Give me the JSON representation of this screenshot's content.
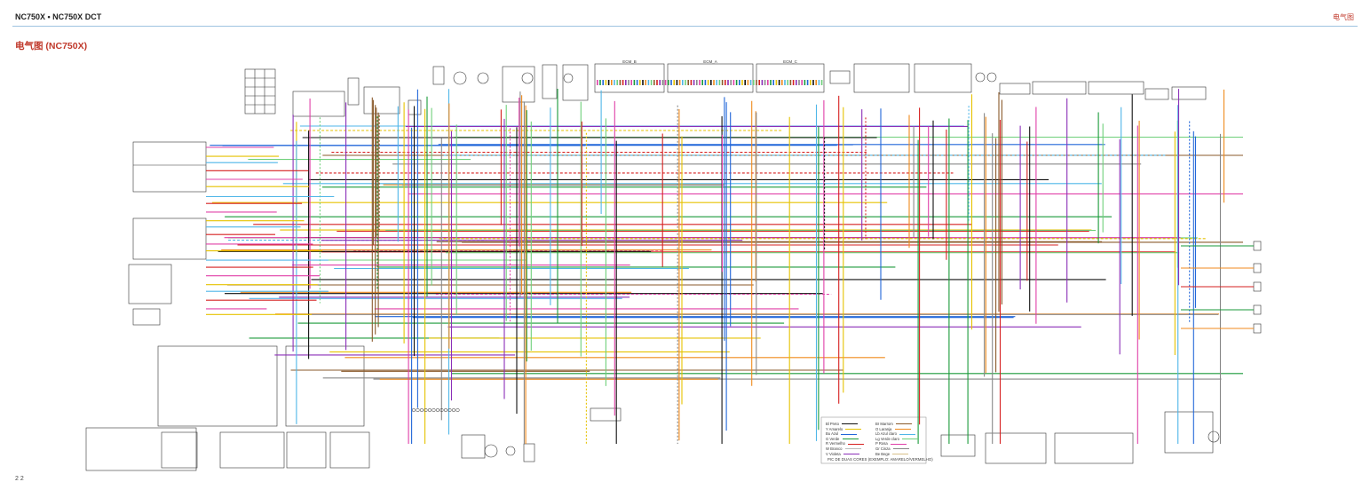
{
  "header": {
    "model_title": "NC750X • NC750X DCT",
    "section": "电气图"
  },
  "page": {
    "title": "电气图 (NC750X)",
    "page_number": "2 2"
  },
  "ecu_labels": [
    "ECM_B",
    "ECM_A",
    "ECM_C"
  ],
  "wire_legend": {
    "note": "PIC DE DUAS CORES (EXEMPLO: AMARELO/VERMELHO)",
    "left_column": [
      {
        "code": "Bl",
        "name": "Preto",
        "color": "#111111"
      },
      {
        "code": "Y",
        "name": "Amarelo",
        "color": "#e6c200"
      },
      {
        "code": "Bu",
        "name": "Azul",
        "color": "#2166d9"
      },
      {
        "code": "G",
        "name": "Verde",
        "color": "#1a9a3a"
      },
      {
        "code": "R",
        "name": "Vermelho",
        "color": "#d62020"
      },
      {
        "code": "W",
        "name": "Branco",
        "color": "#bbbbbb"
      },
      {
        "code": "V",
        "name": "Violeta",
        "color": "#8b2fb8"
      }
    ],
    "right_column": [
      {
        "code": "Br",
        "name": "Marrom",
        "color": "#8a5a2b"
      },
      {
        "code": "O",
        "name": "Laranja",
        "color": "#f08a1c"
      },
      {
        "code": "Lb",
        "name": "Azul claro",
        "color": "#4fb6e8"
      },
      {
        "code": "Lg",
        "name": "Verde claro",
        "color": "#6fd07a"
      },
      {
        "code": "P",
        "name": "Rosa",
        "color": "#e040a8"
      },
      {
        "code": "Gr",
        "name": "Cinza",
        "color": "#888888"
      },
      {
        "code": "Be",
        "name": "Bege",
        "color": "#d8c08a"
      }
    ]
  },
  "colors": {
    "accent": "#c0392b",
    "rule": "#9ec3e0"
  }
}
